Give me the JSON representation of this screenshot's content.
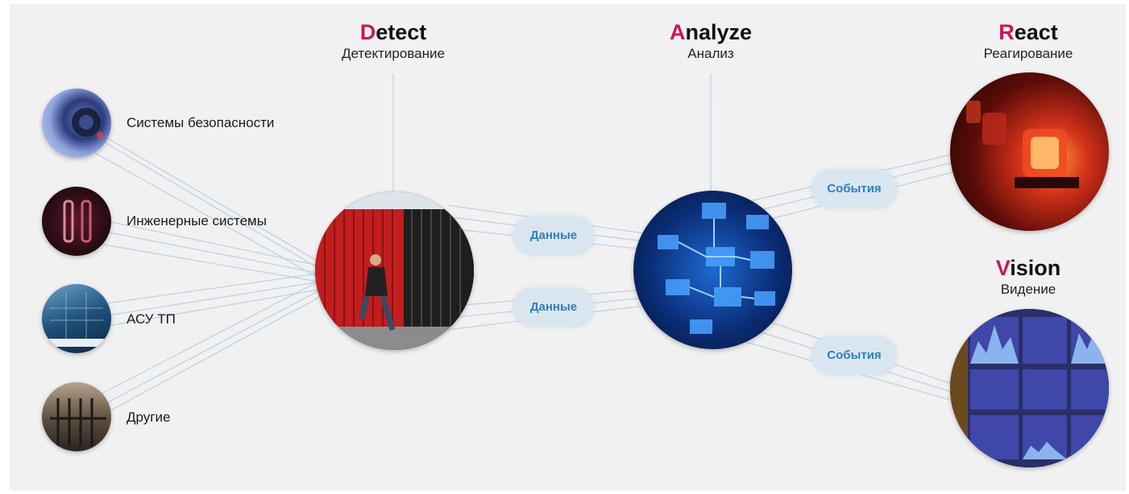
{
  "stages": {
    "detect": {
      "first": "D",
      "rest": "etect",
      "subtitle": "Детектирование"
    },
    "analyze": {
      "first": "A",
      "rest": "nalyze",
      "subtitle": "Анализ"
    },
    "react": {
      "first": "R",
      "rest": "eact",
      "subtitle": "Реагирование"
    },
    "vision": {
      "first": "V",
      "rest": "ision",
      "subtitle": "Видение"
    }
  },
  "sources": [
    {
      "label": "Системы безопасности"
    },
    {
      "label": "Инженерные системы"
    },
    {
      "label": "АСУ ТП"
    },
    {
      "label": "Другие"
    }
  ],
  "flows": {
    "data_top": "Данные",
    "data_bottom": "Данные",
    "events_top": "События",
    "events_bottom": "События"
  },
  "colors": {
    "accent": "#c8175d",
    "pill_bg": "#d9e6ef",
    "pill_text": "#2f7fbf",
    "link_line": "#b9cfe0",
    "background": "#f1f1f2"
  }
}
